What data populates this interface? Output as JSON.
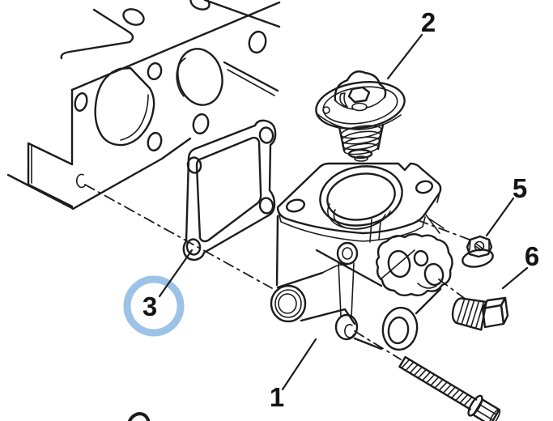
{
  "diagram": {
    "type": "exploded-parts-diagram",
    "subject": "thermostat housing assembly",
    "background_color": "#ffffff",
    "line_color": "#1c1c1c",
    "highlight_color": "#9dc2e7",
    "callouts": [
      {
        "label": "1",
        "part": "thermostat-housing",
        "highlighted": false
      },
      {
        "label": "2",
        "part": "thermostat",
        "highlighted": false
      },
      {
        "label": "3",
        "part": "gasket",
        "highlighted": true
      },
      {
        "label": "5",
        "part": "flange-nut",
        "highlighted": false
      },
      {
        "label": "6",
        "part": "threaded-plug",
        "highlighted": false
      }
    ]
  }
}
